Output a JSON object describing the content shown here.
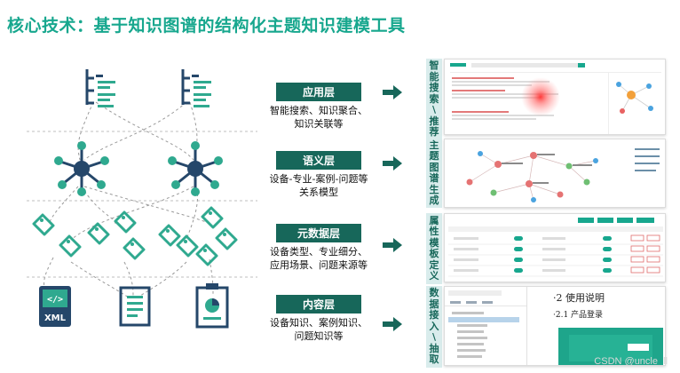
{
  "title": "核心技术：基于知识图谱的结构化主题知识建模工具",
  "layers": [
    {
      "name": "应用层",
      "desc": "智能搜索、知识聚合、\n知识关联等"
    },
    {
      "name": "语义层",
      "desc": "设备-专业-案例-问题等\n关系模型"
    },
    {
      "name": "元数据层",
      "desc": "设备类型、专业细分、\n应用场景、问题来源等"
    },
    {
      "name": "内容层",
      "desc": "设备知识、案例知识、\n问题知识等"
    }
  ],
  "side_labels": [
    {
      "chars": [
        "智",
        "能",
        "搜",
        "索",
        "\\",
        "推",
        "荐"
      ]
    },
    {
      "chars": [
        "主",
        "题",
        "图",
        "谱",
        "生",
        "成"
      ]
    },
    {
      "chars": [
        "属",
        "性",
        "模",
        "板",
        "定",
        "义"
      ]
    },
    {
      "chars": [
        "数",
        "据",
        "接",
        "入",
        "\\",
        "抽",
        "取"
      ]
    }
  ],
  "icons": {
    "xml_label": "XML",
    "xml_code": "</>"
  },
  "screens": {
    "doc_heading1": "·2 使用说明",
    "doc_heading2": "·2.1  产品登录"
  },
  "watermark": "CSDN @uncle_ll",
  "colors": {
    "accent": "#17a78e",
    "dark": "#17675a",
    "tag": "#2fa98f",
    "node": "#27617a"
  }
}
